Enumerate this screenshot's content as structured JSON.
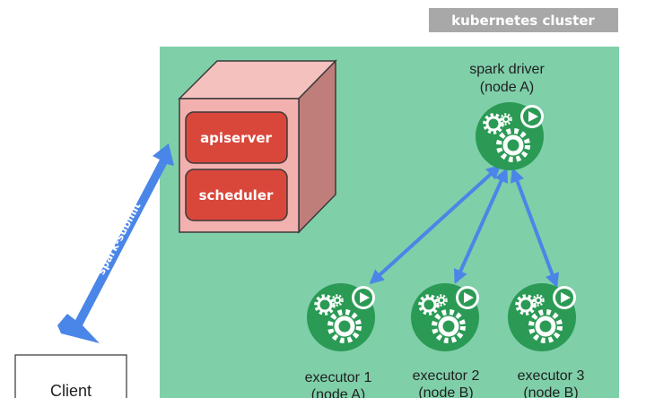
{
  "cluster": {
    "title": "kubernetes cluster"
  },
  "master": {
    "apiserver": "apiserver",
    "scheduler": "scheduler"
  },
  "driver": {
    "line1": "spark driver",
    "line2": "(node A)"
  },
  "executors": [
    {
      "line1": "executor 1",
      "line2": "(node A)"
    },
    {
      "line1": "executor 2",
      "line2": "(node B)"
    },
    {
      "line1": "executor 3",
      "line2": "(node B)"
    }
  ],
  "submit": {
    "label": "spark-submit"
  },
  "client": {
    "label": "Client"
  },
  "colors": {
    "cluster_bg": "#7fcfa9",
    "title_bar": "#a8a8a8",
    "box_front": "#f2b1ae",
    "box_top": "#f4c1be",
    "box_side": "#c07e7b",
    "component": "#d9473b",
    "pod_green": "#2a9a54",
    "arrow_blue": "#4a86e8"
  },
  "icons": {
    "pod": "gears-play-icon"
  }
}
